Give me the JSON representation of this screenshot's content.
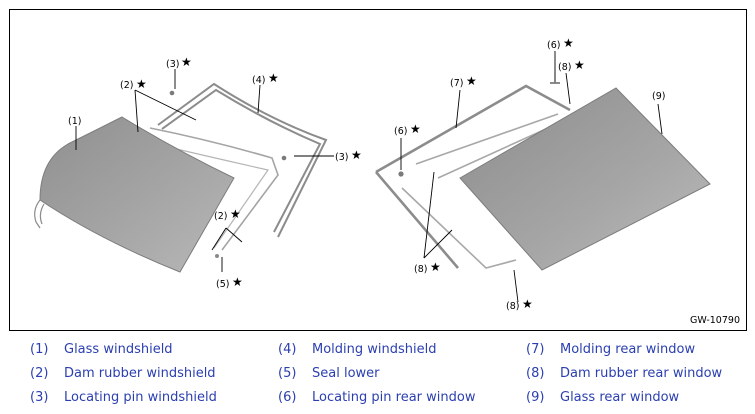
{
  "figure": {
    "id": "GW-10790",
    "star": "★",
    "callouts": {
      "c1": "(1)",
      "c2a": "(2)",
      "c2b": "(2)",
      "c3a": "(3)",
      "c3b": "(3)",
      "c4": "(4)",
      "c5": "(5)",
      "c6a": "(6)",
      "c6b": "(6)",
      "c7": "(7)",
      "c8a": "(8)",
      "c8b": "(8)",
      "c8c": "(8)",
      "c9": "(9)"
    }
  },
  "legend": {
    "items": [
      {
        "num": "(1)",
        "label": "Glass windshield"
      },
      {
        "num": "(2)",
        "label": "Dam rubber windshield"
      },
      {
        "num": "(3)",
        "label": "Locating pin windshield"
      },
      {
        "num": "(4)",
        "label": "Molding windshield"
      },
      {
        "num": "(5)",
        "label": "Seal lower"
      },
      {
        "num": "(6)",
        "label": "Locating pin rear window"
      },
      {
        "num": "(7)",
        "label": "Molding rear window"
      },
      {
        "num": "(8)",
        "label": "Dam rubber rear window"
      },
      {
        "num": "(9)",
        "label": "Glass rear window"
      }
    ]
  },
  "colors": {
    "legend_text": "#2b3fb0",
    "glass_fill": "#9a9a9a",
    "part_stroke": "#8c8c8c"
  }
}
